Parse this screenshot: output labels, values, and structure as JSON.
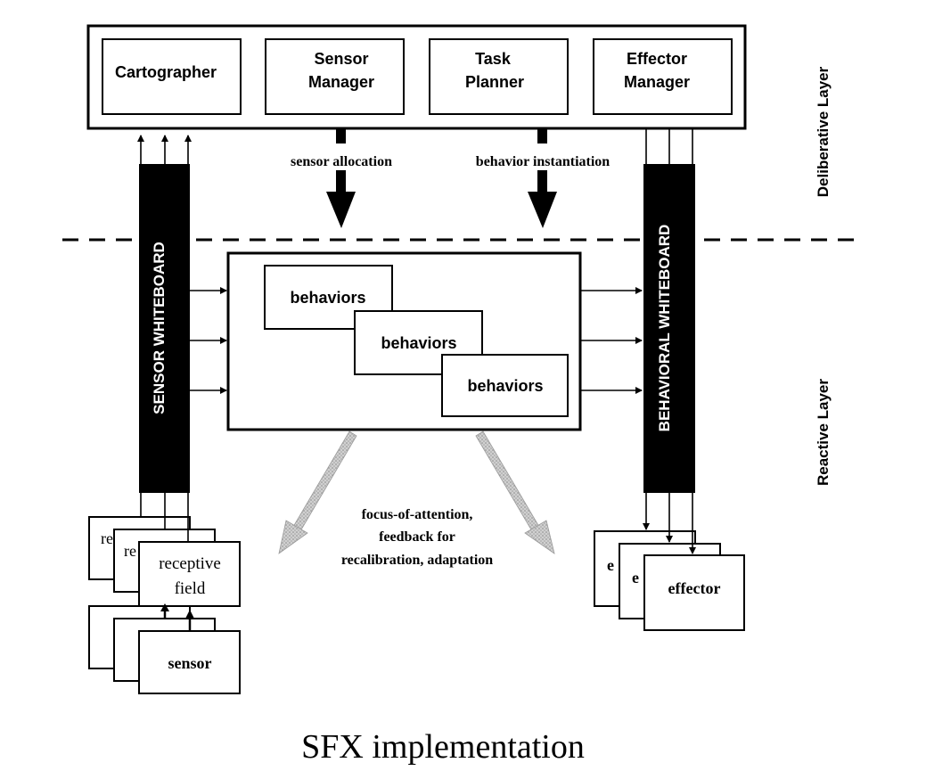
{
  "deliberative_modules": [
    "Cartographer",
    "Sensor Manager",
    "Task Planner",
    "Effector Manager"
  ],
  "module_lines": {
    "cartographer": "Cartographer",
    "sensor_manager": [
      "Sensor",
      "Manager"
    ],
    "task_planner": [
      "Task",
      "Planner"
    ],
    "effector_manager": [
      "Effector",
      "Manager"
    ]
  },
  "flows": {
    "sensor_allocation": "sensor allocation",
    "behavior_instantiation": "behavior instantiation"
  },
  "layers": {
    "deliberative": "Deliberative Layer",
    "reactive": "Reactive Layer"
  },
  "whiteboards": {
    "sensor": "SENSOR WHITEBOARD",
    "behavioral": "BEHAVIORAL WHITEBOARD"
  },
  "behaviors": [
    "behaviors",
    "behaviors",
    "behaviors"
  ],
  "feedback": [
    "focus-of-attention,",
    "feedback for",
    "recalibration, adaptation"
  ],
  "receptive_field": {
    "back1": "re",
    "back2": "re",
    "front": [
      "receptive",
      "field"
    ]
  },
  "sensor": "sensor",
  "effector": {
    "back1": "e",
    "back2": "e",
    "front": "effector"
  },
  "caption": "SFX implementation"
}
